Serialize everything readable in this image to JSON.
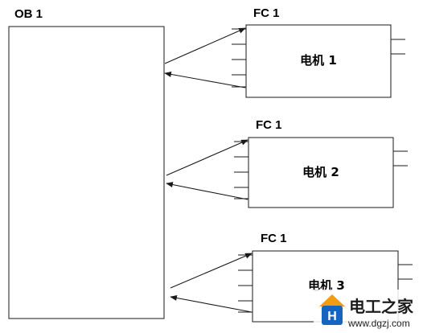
{
  "main_block": {
    "label": "OB 1"
  },
  "function_blocks": [
    {
      "label": "FC 1",
      "name": "电机 1"
    },
    {
      "label": "FC 1",
      "name": "电机 2"
    },
    {
      "label": "FC 1",
      "name": "电机 3"
    }
  ],
  "watermark": {
    "logo_text": "H",
    "title": "电工之家",
    "url": "www.dgzj.com",
    "colors": {
      "logo_blue": "#1565c0",
      "logo_orange": "#f39c12"
    }
  }
}
